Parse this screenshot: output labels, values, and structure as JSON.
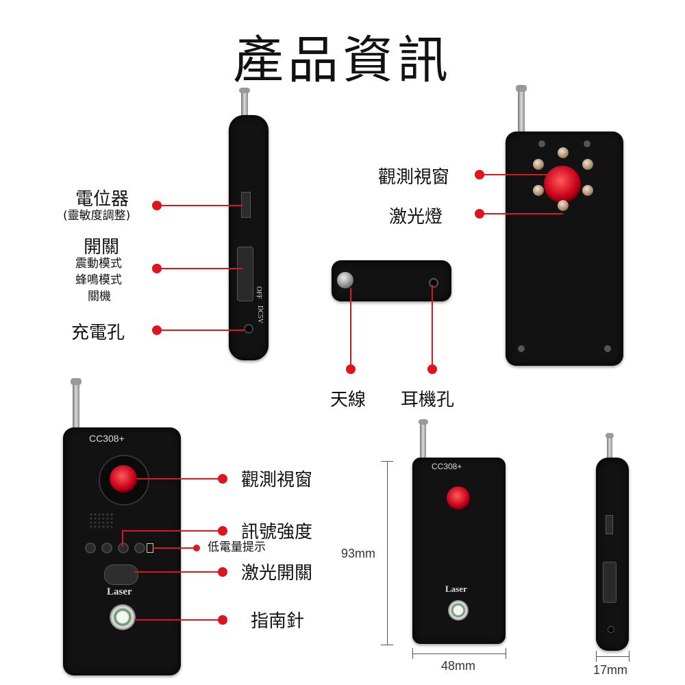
{
  "title": "產品資訊",
  "left_side_labels": {
    "potentiometer": "電位器",
    "potentiometer_sub": "(靈敏度調整)",
    "switch": "開關",
    "switch_modes": [
      "震動模式",
      "蜂鳴模式",
      "關機"
    ],
    "charge_port": "充電孔"
  },
  "device_side_text": {
    "off": "OFF",
    "dc": "DC5V"
  },
  "back_labels": {
    "observation_window": "觀測視窗",
    "laser_light": "激光燈"
  },
  "top_labels": {
    "antenna": "天線",
    "earphone_jack": "耳機孔"
  },
  "front_labels": {
    "observation_window": "觀測視窗",
    "signal_strength": "訊號強度",
    "low_battery": "低電量提示",
    "laser_switch": "激光開關",
    "compass": "指南針"
  },
  "device_text": {
    "model": "CC308+",
    "laser_button": "Laser"
  },
  "dimensions": {
    "height": "93mm",
    "width": "48mm",
    "depth": "17mm"
  },
  "colors": {
    "accent": "#e0141e",
    "device": "#121212",
    "lens": "#c8001a"
  }
}
